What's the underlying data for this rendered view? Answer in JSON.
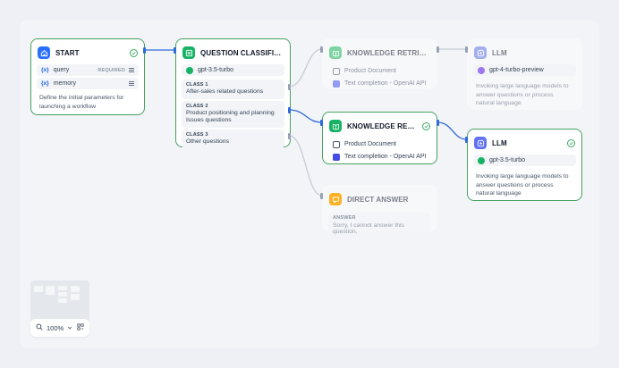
{
  "colors": {
    "accent": "#155eef",
    "edge_active": "#2e6bd8",
    "edge_inactive": "#c7ccd6",
    "success": "#3aa561",
    "start_icon": "#2970ff",
    "classifier_icon": "#16b364",
    "retrieval_icon": "#16b364",
    "llm_icon": "#6172f3",
    "answer_icon": "#f79009"
  },
  "start": {
    "title": "START",
    "icon": "home-icon",
    "vars": [
      {
        "tag": "{x}",
        "name": "query",
        "required": "REQUIRED"
      },
      {
        "tag": "{x}",
        "name": "memory",
        "required": ""
      }
    ],
    "description": "Define the initial parameters for launching a workflow"
  },
  "classifier": {
    "title": "QUESTION CLASSIFIER",
    "icon": "classifier-icon",
    "model": "gpt-3.5-turbo",
    "classes": [
      {
        "label": "CLASS 1",
        "text": "After-sales related questions"
      },
      {
        "label": "CLASS 2",
        "text": "Product positioning and planning Issues questions"
      },
      {
        "label": "CLASS 3",
        "text": "Other questions"
      }
    ]
  },
  "retrieval1": {
    "title": "KNOWLEDGE RETRIEVAL 1",
    "icon": "book-icon",
    "dataset": "Product Document",
    "mode": "Text completion - OpenAI API"
  },
  "retrieval2": {
    "title": "KNOWLEDGE RETRIEVA...",
    "icon": "book-icon",
    "dataset": "Product Document",
    "mode": "Text completion - OpenAI API"
  },
  "answer": {
    "title": "DIRECT ANSWER",
    "icon": "answer-icon",
    "label": "ANSWER",
    "text": "Sorry, I cannot answer this question."
  },
  "llm1": {
    "title": "LLM",
    "icon": "llm-icon",
    "model": "gpt-4-turbo-preview",
    "description": "Invoking large language models to answer questions or process natural language"
  },
  "llm2": {
    "title": "LLM",
    "icon": "llm-icon",
    "model": "gpt-3.5-turbo",
    "description": "Invoking large language models to answer questions or process natural language"
  },
  "zoom": {
    "level": "100%",
    "zoom_icon": "zoom-icon",
    "layout_icon": "layout-icon"
  }
}
